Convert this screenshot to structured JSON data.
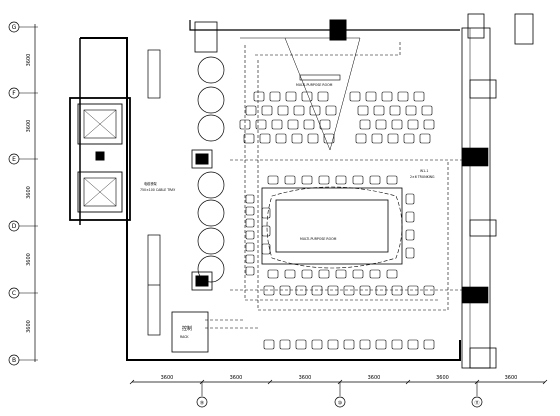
{
  "grid_rows": [
    "G",
    "F",
    "E",
    "D",
    "C",
    "B"
  ],
  "row_spacings": [
    "3600",
    "3600",
    "3600",
    "3600",
    "3600"
  ],
  "grid_cols": [
    "⑨",
    "⑩",
    "⑪"
  ],
  "col_spacings": [
    "3600",
    "3600",
    "3600",
    "3600",
    "3600",
    "3600"
  ],
  "room_labels": {
    "tech_room": "控制",
    "tech_room_sub": "RACK",
    "riser_note": "电缆桥架",
    "riser_note_sub": "750×100 CABLE TRAY",
    "top_panel": "MULTI-PURPOSE ROOM",
    "center_panel": "MULTI-PURPOSE ROOM"
  },
  "callout": "W1-1",
  "callout_sub": "2×6 TRUNKING",
  "colors": {
    "ink": "#000000",
    "paper": "#ffffff"
  }
}
